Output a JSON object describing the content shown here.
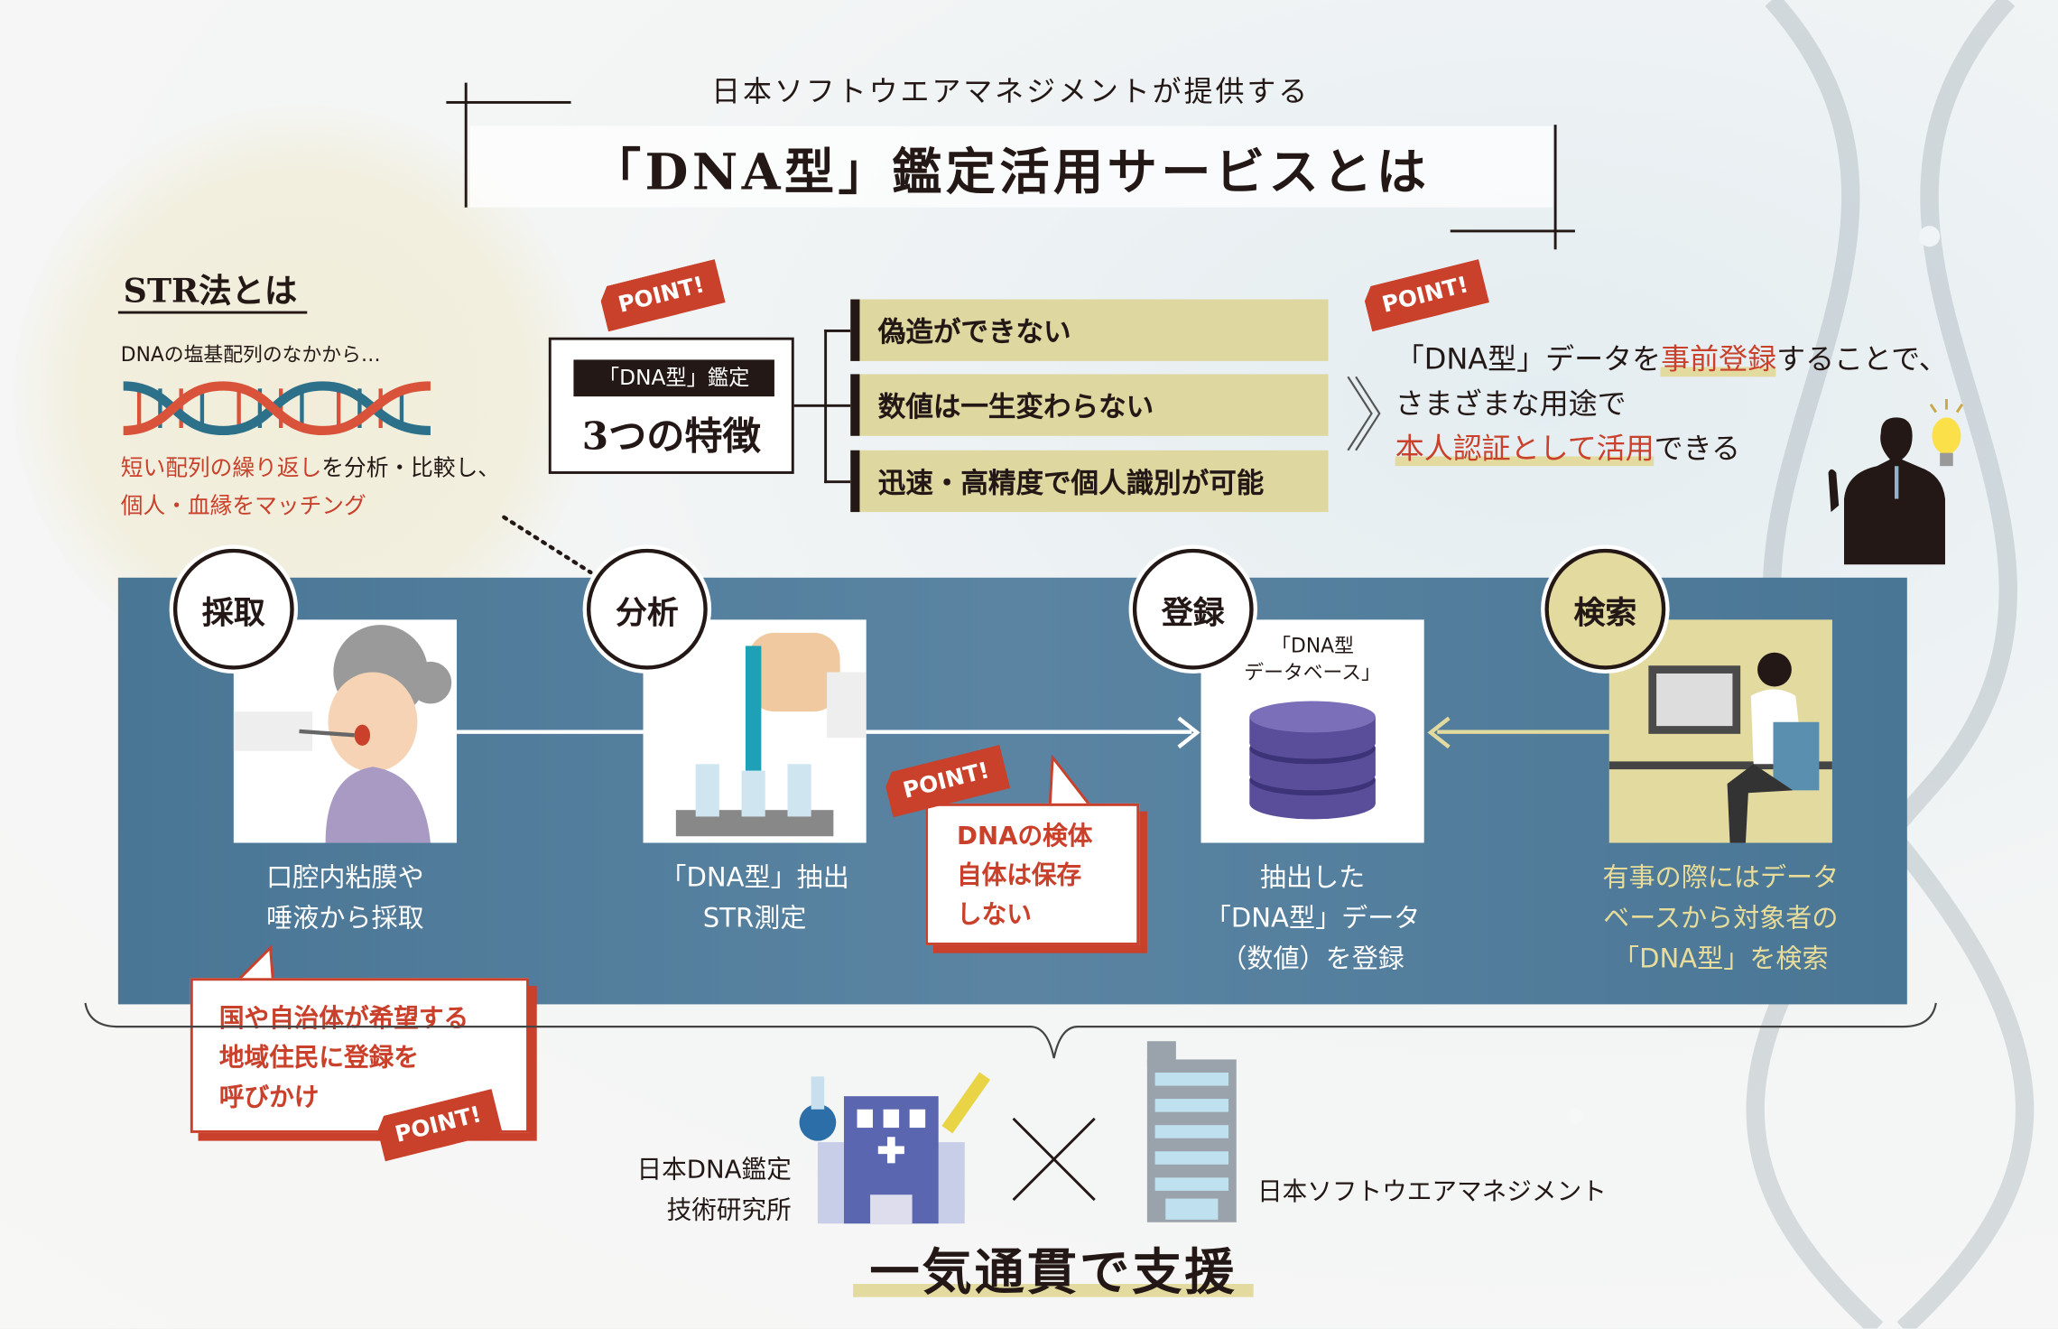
{
  "header": {
    "subtitle": "日本ソフトウエアマネジメントが提供する",
    "title": "「DNA型」鑑定活用サービスとは"
  },
  "str": {
    "heading": "STR法とは",
    "intro": "DNAの塩基配列のなかから…",
    "desc_red": "短い配列の繰り返し",
    "desc_rest": "を分析・比較し、",
    "desc_line2": "個人・血縁をマッチング"
  },
  "point_label": "POINT!",
  "features": {
    "label": "「DNA型」鑑定",
    "title": "3つの特徴",
    "items": [
      "偽造ができない",
      "数値は一生変わらない",
      "迅速・高精度で個人識別が可能"
    ]
  },
  "benefit": {
    "l1a": "「DNA型」データを",
    "l1b": "事前登録",
    "l1c": "することで、",
    "l2": "さまざまな用途で",
    "l3a": "本人認証として活用",
    "l3b": "できる"
  },
  "steps": [
    {
      "label": "採取",
      "caption": [
        "口腔内粘膜や",
        "唾液から採取"
      ]
    },
    {
      "label": "分析",
      "caption": [
        "「DNA型」抽出",
        "STR測定"
      ]
    },
    {
      "label": "登録",
      "caption": [
        "抽出した",
        "「DNA型」データ",
        "（数値）を登録"
      ],
      "db_label": [
        "「DNA型",
        "データベース」"
      ]
    },
    {
      "label": "検索",
      "caption": [
        "有事の際にはデータ",
        "ベースから対象者の",
        "「DNA型」を検索"
      ]
    }
  ],
  "callouts": {
    "sample": [
      "DNAの検体",
      "自体は保存",
      "しない"
    ],
    "municipal": [
      "国や自治体が希望する",
      "地域住民に登録を",
      "呼びかけ"
    ]
  },
  "partners": {
    "lab": [
      "日本DNA鑑定",
      "技術研究所"
    ],
    "company": "日本ソフトウエアマネジメント",
    "times": "×"
  },
  "footer": {
    "slogan": "一気通貫で支援"
  },
  "colors": {
    "red": "#c9402b",
    "beige": "#ded7a0",
    "band": "#4a7695",
    "caption_yellow": "#e8dc9a"
  }
}
